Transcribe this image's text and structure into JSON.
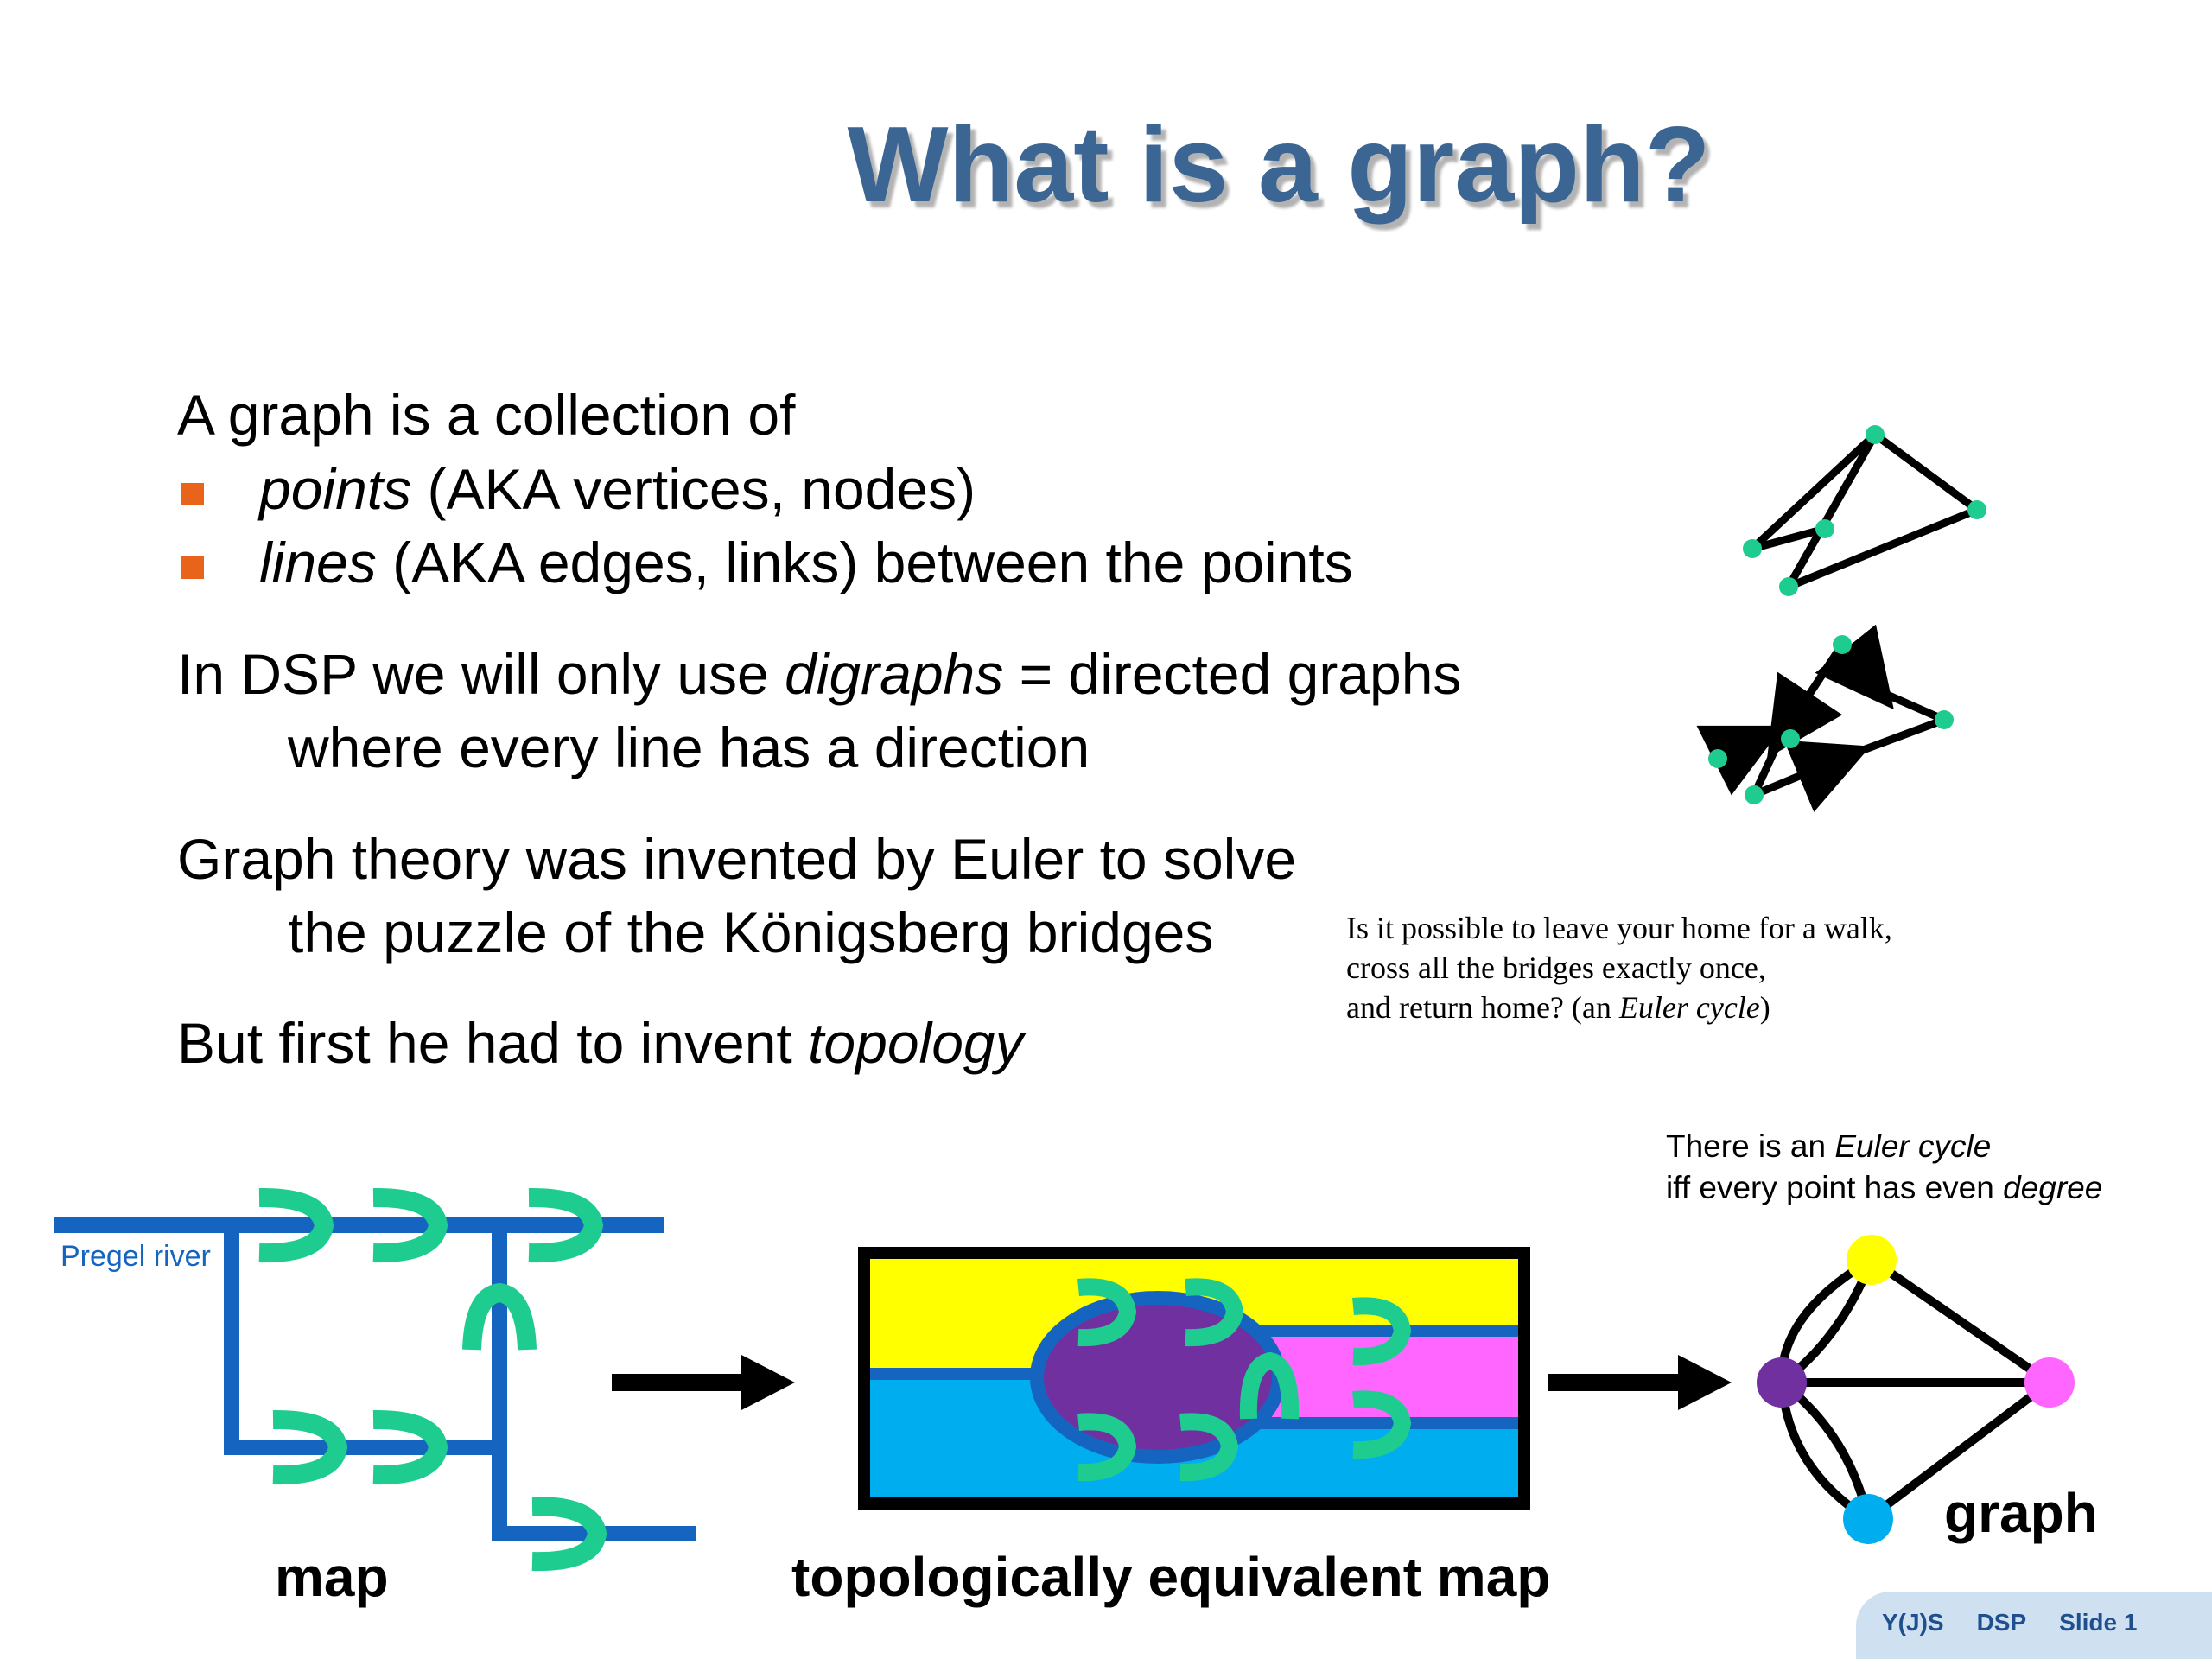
{
  "title": "What is a graph?",
  "intro": {
    "line1": "A graph is a collection of",
    "bullet1": {
      "term": "points",
      "rest": " (AKA vertices, nodes)"
    },
    "bullet2": {
      "term": "lines",
      "rest": " (AKA edges, links) between the points"
    }
  },
  "digraph": {
    "pre": "In DSP we will only use ",
    "term": "digraphs",
    "post": " = directed graphs",
    "line2": "where every line has a direction"
  },
  "euler": {
    "line1": "Graph theory was invented by Euler to solve",
    "line2": "the puzzle of the Königsberg bridges"
  },
  "topology": {
    "pre": "But first he had to invent ",
    "term": "topology"
  },
  "question": {
    "line1": "Is it possible to leave your home for a walk,",
    "line2": "cross all the bridges exactly once,",
    "line3_pre": "and return home?  (an ",
    "line3_term": "Euler cycle",
    "line3_post": ")"
  },
  "degree_note": {
    "line1_pre": "There is an ",
    "line1_term": "Euler cycle",
    "line2_pre": "iff every point has even ",
    "line2_term": "degree"
  },
  "labels": {
    "river": "Pregel river",
    "map": "map",
    "topo_map": "topologically equivalent map",
    "graph": "graph"
  },
  "footer": {
    "author": "Y(J)S",
    "course": "DSP",
    "slide": "Slide 1"
  },
  "colors": {
    "title": "#3b6694",
    "bullet": "#e8641b",
    "river": "#1565c0",
    "bridge": "#1fcc8f",
    "land_top": "#ffff00",
    "land_bottom": "#00aeef",
    "island": "#7030a0",
    "land_right": "#ff66ff",
    "node_green": "#1fcc8f",
    "node_yellow": "#ffff00",
    "node_purple": "#7030a0",
    "node_pink": "#ff66ff",
    "node_blue": "#00aeef"
  }
}
